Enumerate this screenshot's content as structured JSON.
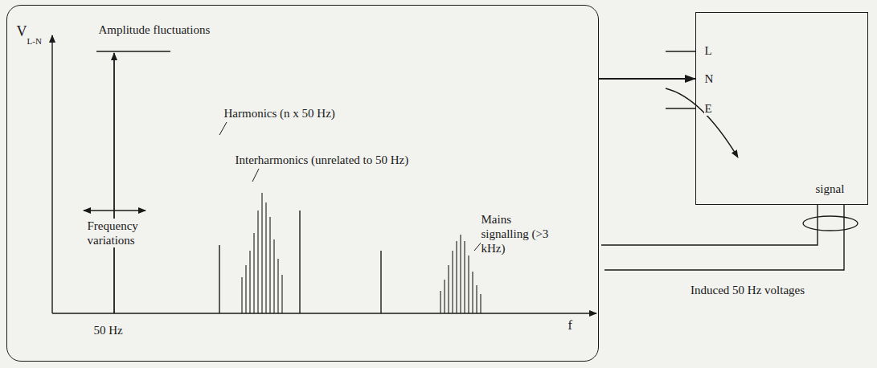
{
  "diagram": {
    "nodes": [
      {
        "text": [
          "V",
          "L-N",
          "Amplitude fluctuations",
          "Harmonics (n x 50 Hz)",
          "Interharmonics (unrelated to 50 Hz)",
          "Mains signalling (>3 kHz)",
          "Frequency variations",
          "50 Hz",
          "f"
        ]
      },
      {
        "text": [
          "L",
          "N",
          "E",
          "signal"
        ]
      }
    ],
    "edges": [
      {
        "from": 0,
        "to": 1,
        "arrow": "to"
      }
    ],
    "labels": [
      "Induced 50 Hz voltages"
    ]
  }
}
